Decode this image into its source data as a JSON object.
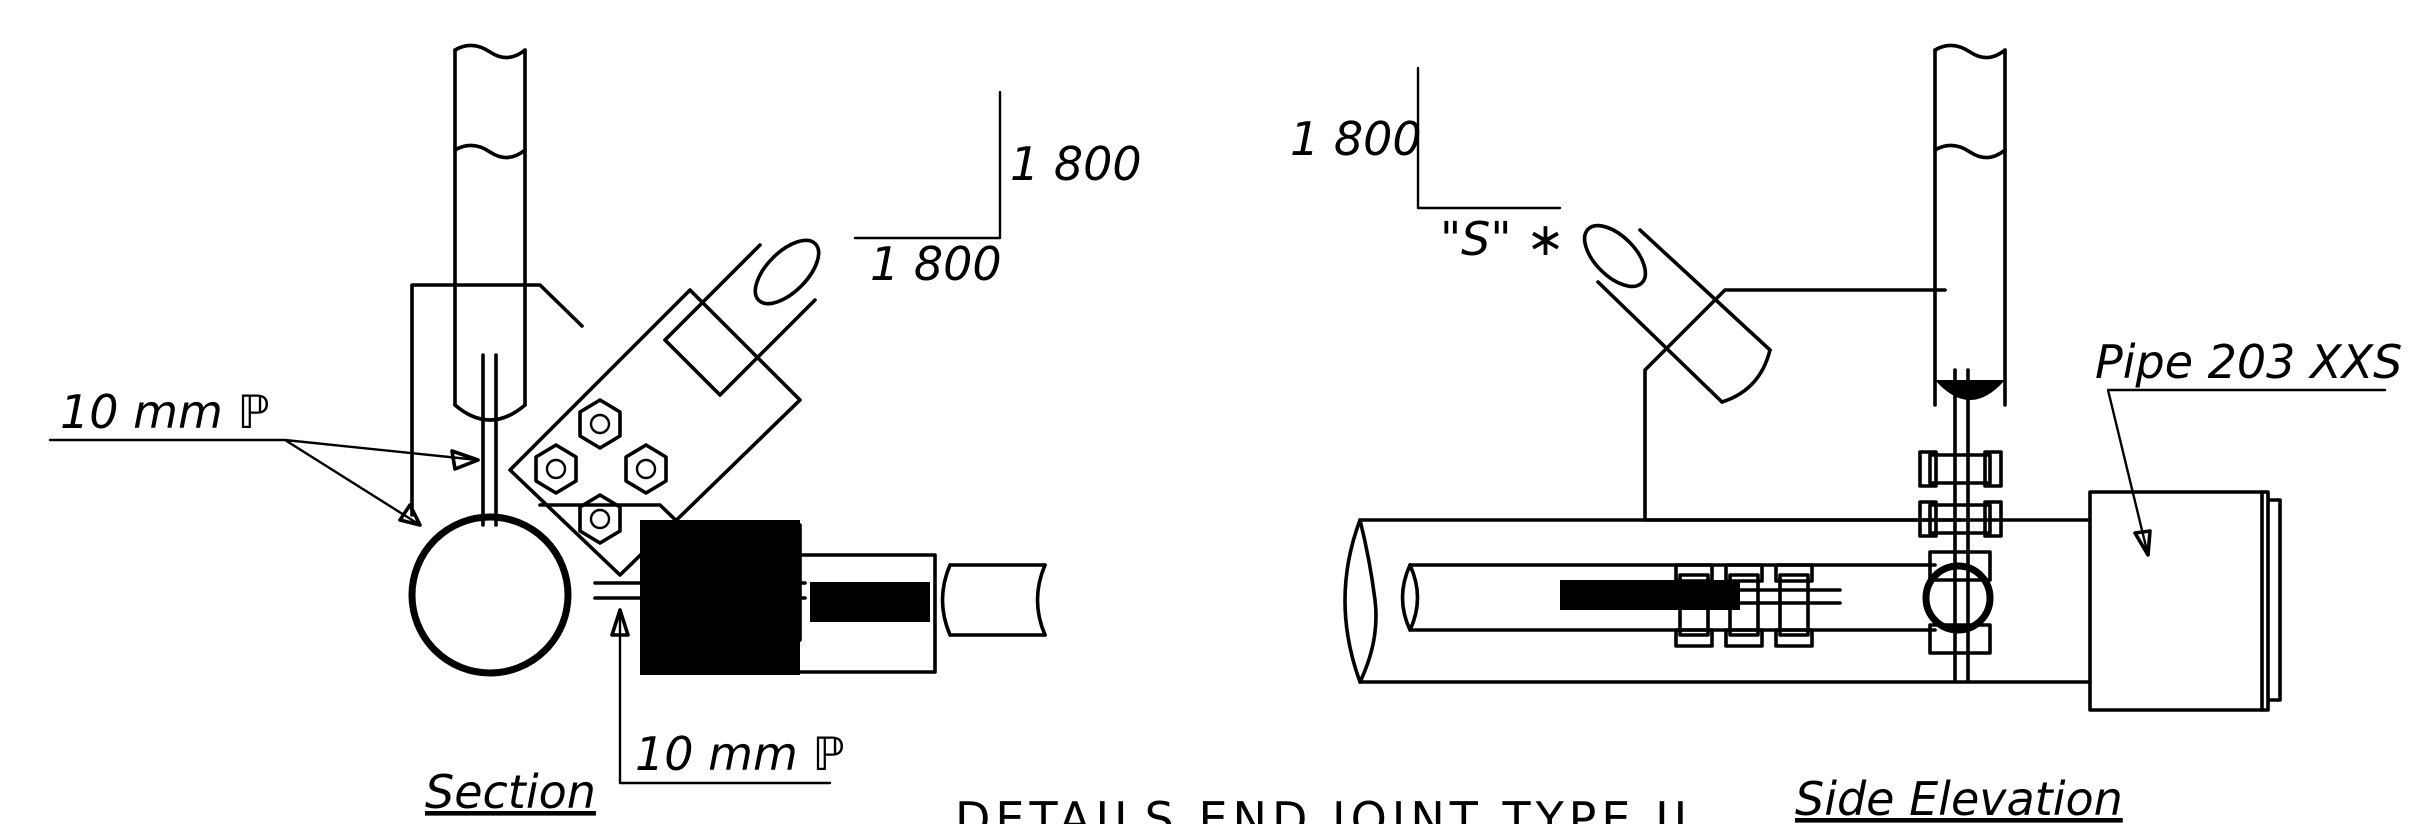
{
  "labels": {
    "slope_rise_left": "1 800",
    "slope_run_left": "1 800",
    "slope_rise_right": "1 800",
    "slope_run_right": "\"S\" ∗",
    "plate_upper": "10 mm ℙ",
    "plate_lower": "10 mm ℙ",
    "pipe_callout": "Pipe 203 XXS",
    "section_title": "Section",
    "side_title": "Side Elevation",
    "drawing_title": "DETAILS END JOINT TYPE II"
  }
}
